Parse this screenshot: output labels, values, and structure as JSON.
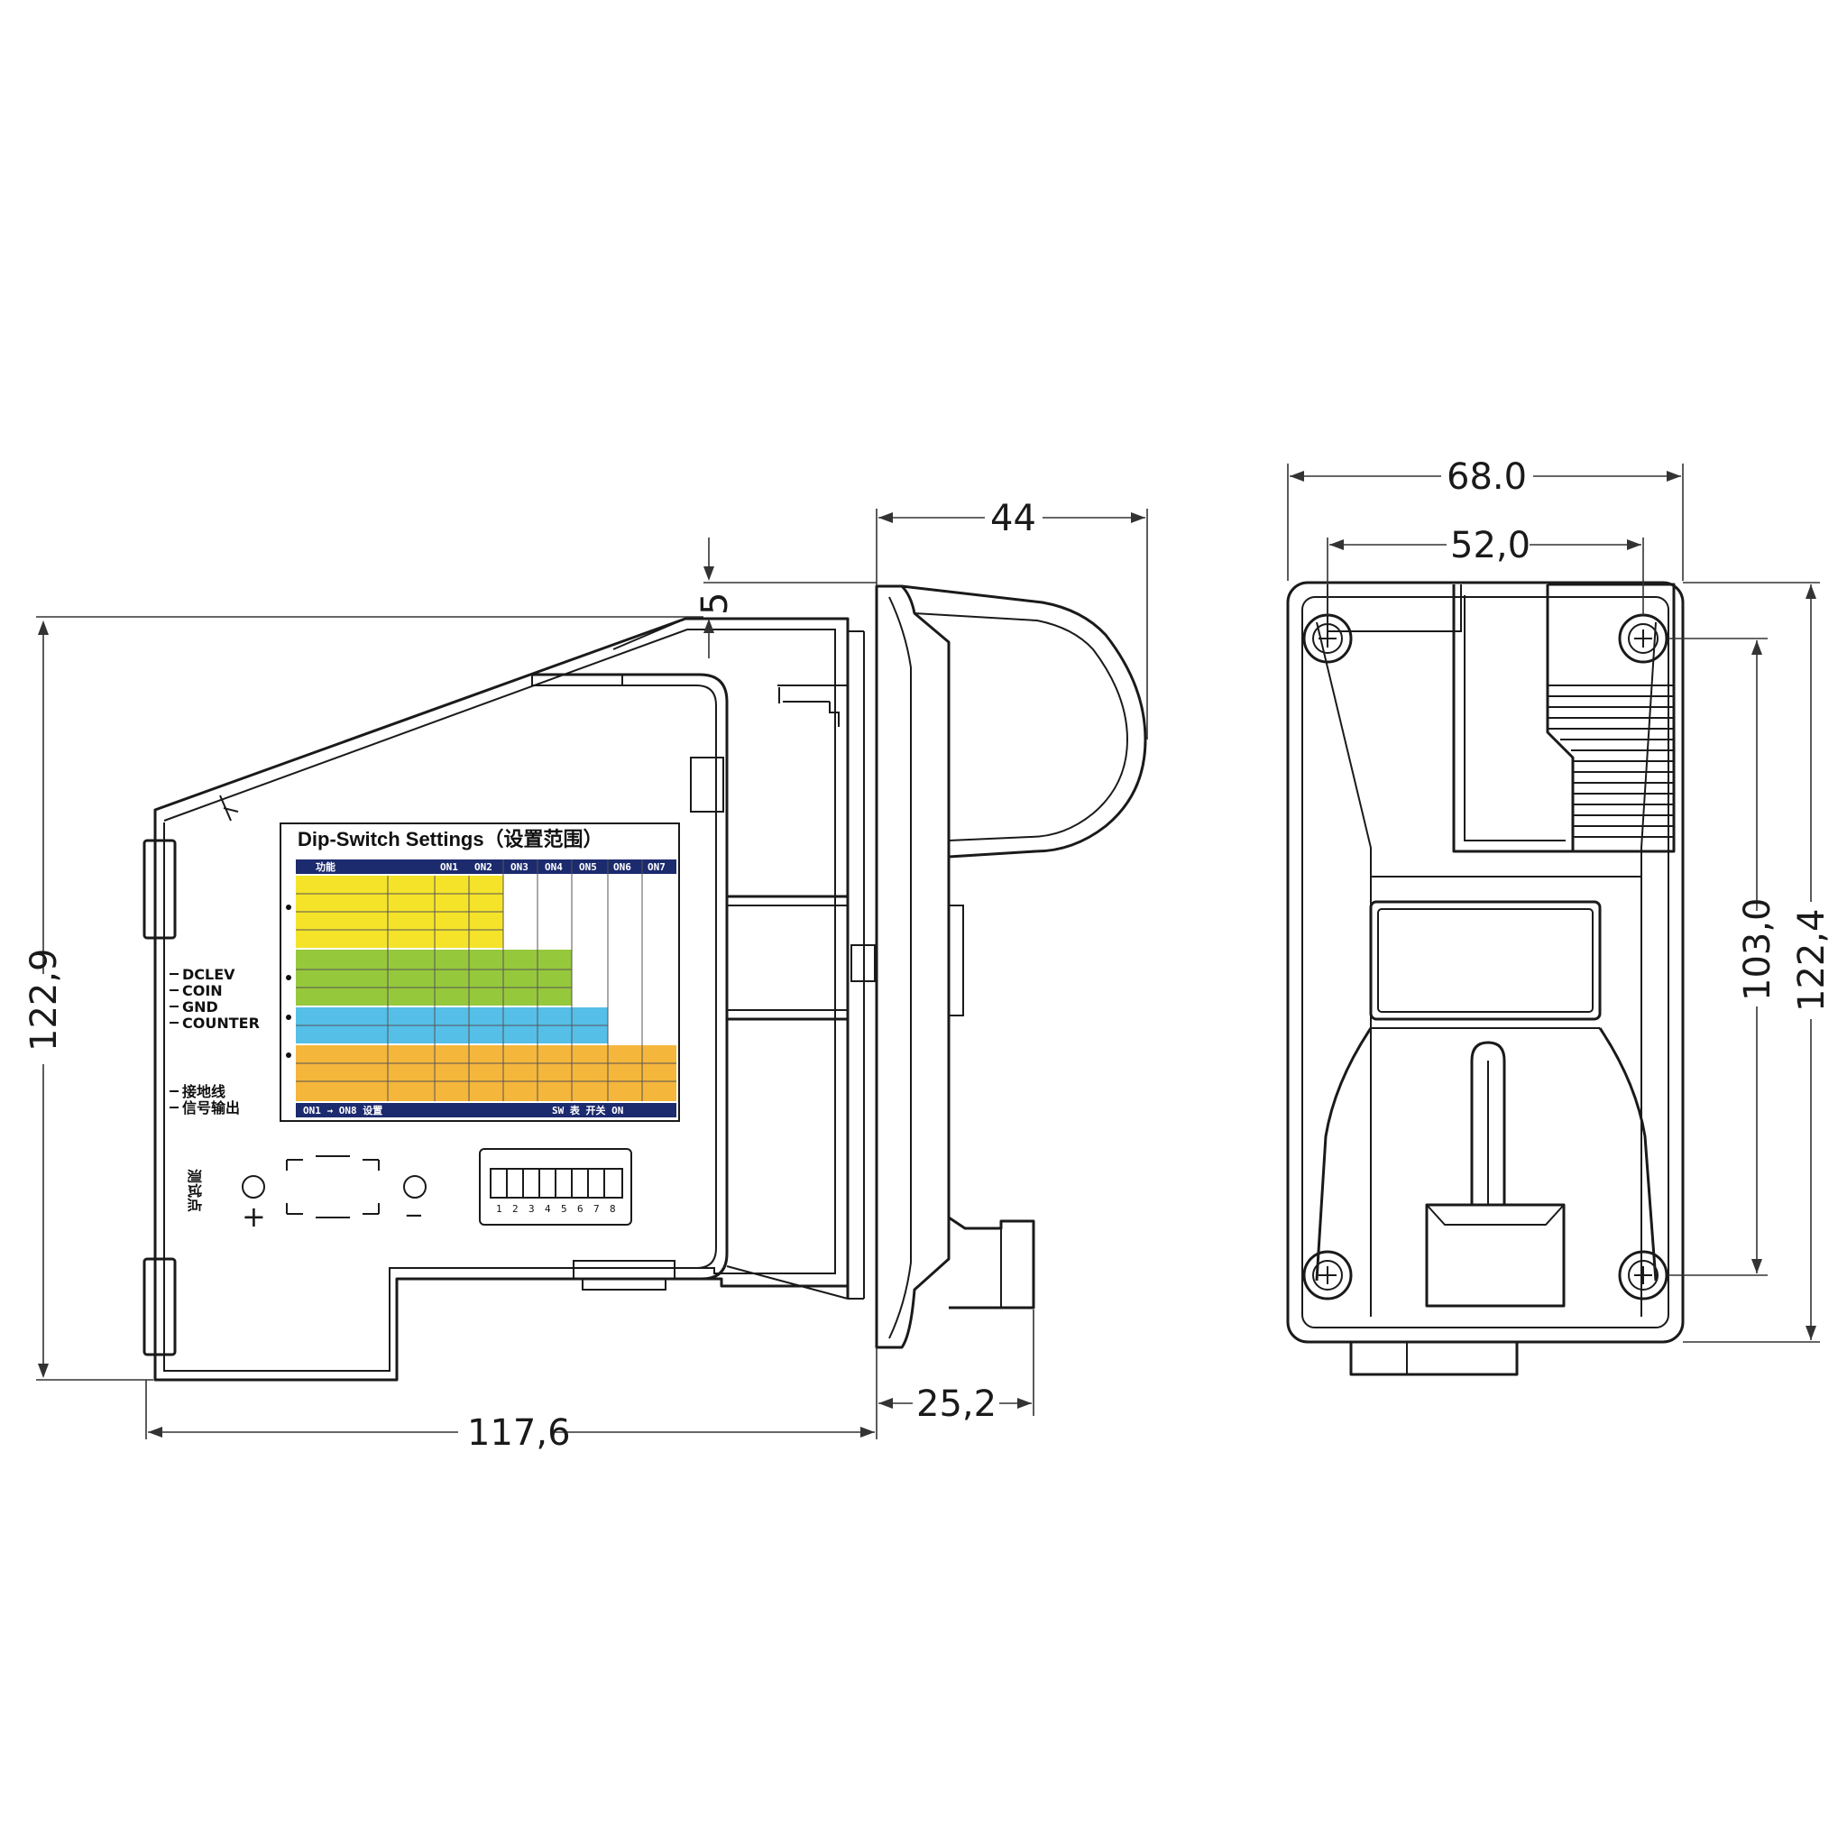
{
  "dimensions": {
    "total_height": "122,9",
    "gap_top": "5",
    "front_depth": "44",
    "total_length": "117,6",
    "flange_depth": "25,2",
    "front_width_outer": "68.0",
    "front_width_inner": "52,0",
    "hole_spacing_vertical": "103,0",
    "front_height": "122,4"
  },
  "side_labels": {
    "pins": [
      "DCLEV",
      "COIN",
      "GND",
      "COUNTER"
    ],
    "lower": [
      "接地线",
      "信号输出"
    ],
    "vertical": "测试点"
  },
  "panel": {
    "title": "Dip-Switch Settings（设置范围）",
    "plus_sign": "+",
    "minus_sign": "−",
    "dip_numbers": [
      "1",
      "2",
      "3",
      "4",
      "5",
      "6",
      "7",
      "8"
    ]
  },
  "table": {
    "headers": [
      "功能",
      "ON1",
      "ON2",
      "ON3",
      "ON4",
      "ON5",
      "ON6",
      "ON7"
    ],
    "footer": "ON1 → ON8 设置",
    "footer_right": "SW 表 开关 ON"
  },
  "colors": {
    "yellow": "#f5e32a",
    "green": "#96c83c",
    "blue": "#55bfe8",
    "orange": "#f5b63c",
    "navy": "#1c2a6e",
    "line": "#1a1a1a"
  }
}
